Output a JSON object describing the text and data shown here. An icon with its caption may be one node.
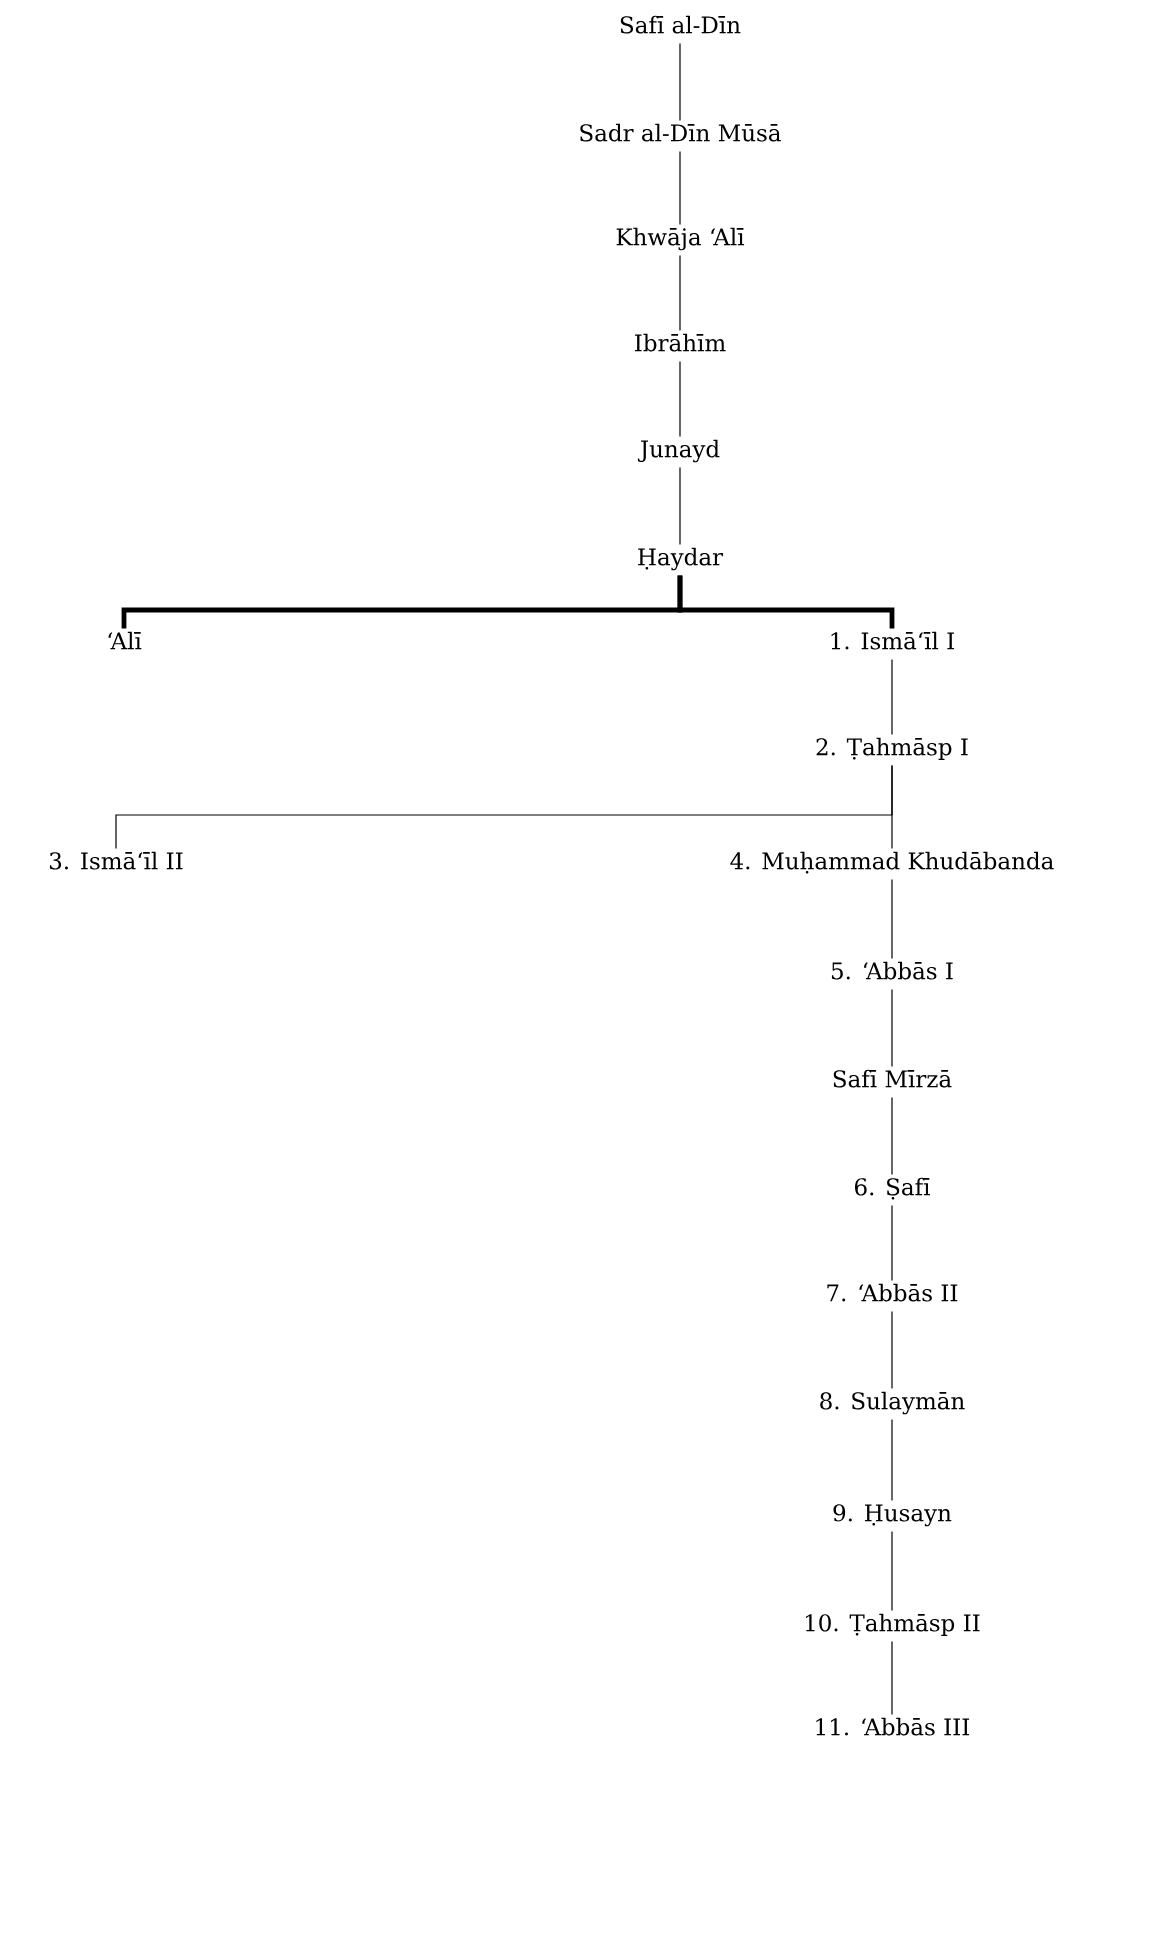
{
  "diagram": {
    "nodes": [
      {
        "text": [
          "Safī al-Dīn"
        ]
      },
      {
        "text": [
          "Sadr al-Dīn Mūsā"
        ]
      },
      {
        "text": [
          "Khwāja ‘Alī"
        ]
      },
      {
        "text": [
          "Ibrāhīm"
        ]
      },
      {
        "text": [
          "Junayd"
        ]
      },
      {
        "text": [
          "Ḥaydar"
        ]
      },
      {
        "text": [
          "‘Alī"
        ]
      },
      {
        "text": [
          "1. Ismā‘īl I"
        ]
      },
      {
        "text": [
          "2. Ṭahmāsp I"
        ]
      },
      {
        "text": [
          "3. Ismā‘īl II"
        ]
      },
      {
        "text": [
          "4. Muḥammad Khudābanda"
        ]
      },
      {
        "text": [
          "5. ‘Abbās I"
        ]
      },
      {
        "text": [
          "Safī Mīrzā"
        ]
      },
      {
        "text": [
          "6. Ṣafī"
        ]
      },
      {
        "text": [
          "7. ‘Abbās II"
        ]
      },
      {
        "text": [
          "8. Sulaymān"
        ]
      },
      {
        "text": [
          "9. Ḥusayn"
        ]
      },
      {
        "text": [
          "10. Ṭahmāsp II"
        ]
      },
      {
        "text": [
          "11. ‘Abbās III"
        ]
      }
    ],
    "edges": [
      {
        "from": 0,
        "to": 1,
        "arrow": "none"
      },
      {
        "from": 1,
        "to": 2,
        "arrow": "none"
      },
      {
        "from": 2,
        "to": 3,
        "arrow": "none"
      },
      {
        "from": 3,
        "to": 4,
        "arrow": "none"
      },
      {
        "from": 4,
        "to": 5,
        "arrow": "none"
      },
      {
        "from": 5,
        "to": 6,
        "arrow": "none",
        "style": "thick"
      },
      {
        "from": 5,
        "to": 7,
        "arrow": "none",
        "style": "thick"
      },
      {
        "from": 7,
        "to": 8,
        "arrow": "none"
      },
      {
        "from": 8,
        "to": 9,
        "arrow": "none"
      },
      {
        "from": 8,
        "to": 10,
        "arrow": "none"
      },
      {
        "from": 10,
        "to": 11,
        "arrow": "none"
      },
      {
        "from": 11,
        "to": 12,
        "arrow": "none"
      },
      {
        "from": 12,
        "to": 13,
        "arrow": "none"
      },
      {
        "from": 13,
        "to": 14,
        "arrow": "none"
      },
      {
        "from": 14,
        "to": 15,
        "arrow": "none"
      },
      {
        "from": 15,
        "to": 16,
        "arrow": "none"
      },
      {
        "from": 16,
        "to": 17,
        "arrow": "none"
      },
      {
        "from": 17,
        "to": 18,
        "arrow": "none"
      }
    ]
  }
}
